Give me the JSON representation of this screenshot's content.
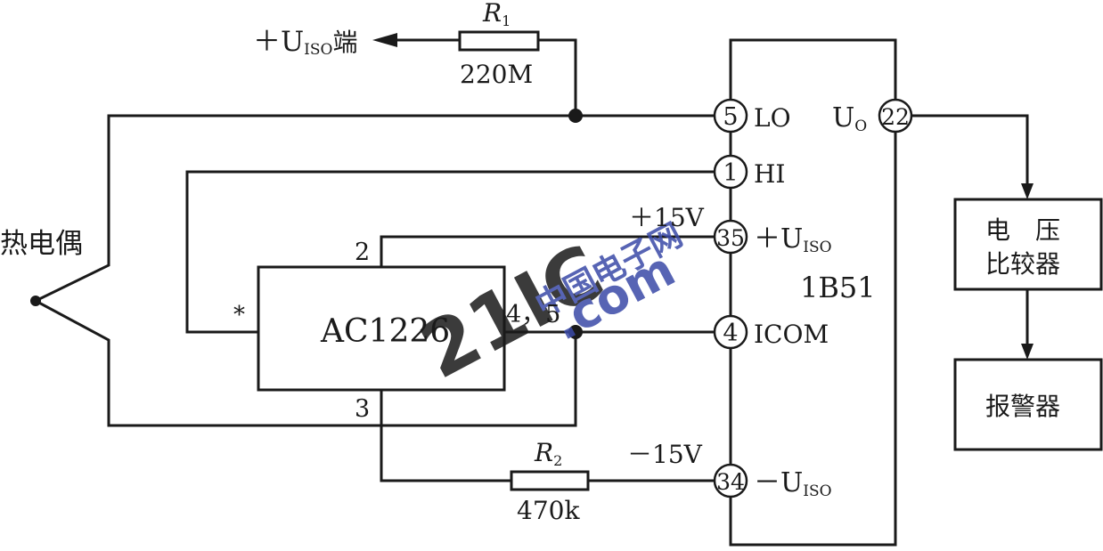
{
  "components": {
    "thermocouple": "热电偶",
    "iso_supply": {
      "prefix": "＋U",
      "sub": "ISO",
      "suffix": "端"
    },
    "r1": {
      "name": "R",
      "sub": "1",
      "value": "220M"
    },
    "r2": {
      "name": "R",
      "sub": "2",
      "value": "470k"
    },
    "amp": {
      "name": "AC1226",
      "pin_top": "2",
      "pin_bottom": "3",
      "pin_right": "4，5",
      "pin_left": "*"
    },
    "module": {
      "name": "1B51"
    },
    "comparator": {
      "line1": "电　压",
      "line2": "比较器"
    },
    "alarm": "报警器"
  },
  "pins": {
    "p5": {
      "num": "5",
      "label": "LO"
    },
    "p1": {
      "num": "1",
      "label": "HI"
    },
    "p35": {
      "num": "35",
      "label_prefix": "＋U",
      "label_sub": "ISO",
      "supply": "＋15V"
    },
    "p4": {
      "num": "4",
      "label": "ICOM"
    },
    "p34": {
      "num": "34",
      "label_prefix": "－U",
      "label_sub": "ISO",
      "supply": "－15V"
    },
    "p22": {
      "num": "22",
      "label_prefix": "U",
      "label_sub": "O"
    }
  },
  "watermark": {
    "main": "21IC",
    "cn": "中国电子网",
    "dom": ".com"
  },
  "colors": {
    "wire": "#1a1a1a",
    "watermark": "#e8464f",
    "watermark_blue": "#3a4aa8"
  }
}
